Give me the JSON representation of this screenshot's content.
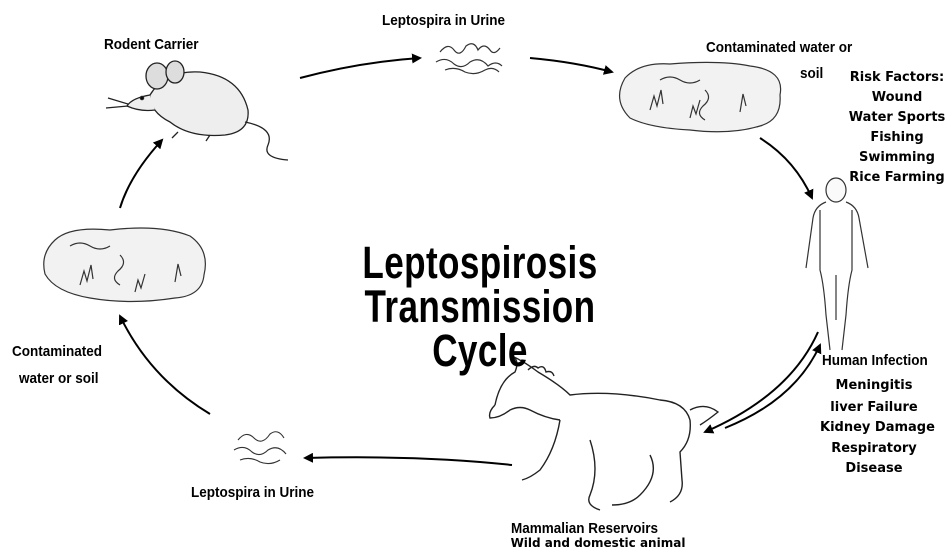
{
  "title": {
    "line1": "Leptospirosis Transmission",
    "line2": "Cycle"
  },
  "nodes": {
    "rodent_carrier": "Rodent Carrier",
    "urine_top": "Leptospira in Urine",
    "contaminated_right": {
      "line1": "Contaminated water or",
      "line2": "soil"
    },
    "risk_factors": {
      "heading": "Risk Factors:",
      "items": [
        "Wound",
        "Water Sports",
        "Fishing",
        "Swimming",
        "Rice Farming"
      ]
    },
    "human_infection": {
      "heading": "Human Infection",
      "items": [
        "Meningitis",
        "liver Failure",
        "Kidney Damage",
        "Respiratory",
        "Disease"
      ]
    },
    "mammalian_reservoirs": {
      "heading": "Mammalian Reservoirs",
      "sub": "Wild and domestic animal"
    },
    "urine_bottom": "Leptospira in Urine",
    "contaminated_left": {
      "line1": "Contaminated",
      "line2": "water or soil"
    }
  }
}
